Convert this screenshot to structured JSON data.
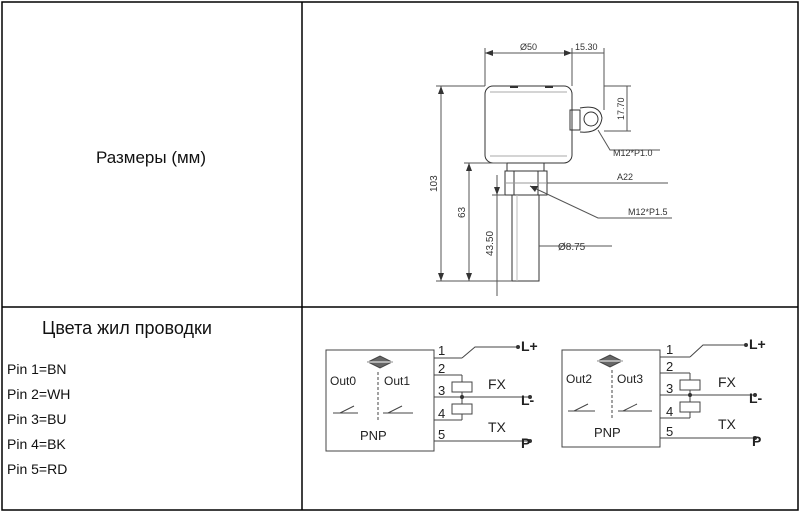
{
  "left_top": {
    "title": "Размеры (мм)"
  },
  "left_bottom": {
    "title": "Цвета жил проводки",
    "pins": [
      "Pin 1=BN",
      "Pin 2=WH",
      "Pin 3=BU",
      "Pin 4=BK",
      "Pin 5=RD"
    ]
  },
  "drawing": {
    "dims": {
      "d50": "Ø50",
      "w1530": "15.30",
      "h1770": "17.70",
      "thread1": "M12*P1.0",
      "a22": "A22",
      "thread2": "M12*P1.5",
      "d875": "Ø8.75",
      "h103": "103",
      "h63": "63",
      "h4350": "43.50"
    }
  },
  "wiring": {
    "left": {
      "out_a": "Out0",
      "out_b": "Out1",
      "type": "PNP",
      "pins": [
        "1",
        "2",
        "3",
        "4",
        "5"
      ],
      "labels": {
        "lplus": "L+",
        "fx": "FX",
        "lminus": "L-",
        "tx": "TX",
        "p": "P"
      }
    },
    "right": {
      "out_a": "Out2",
      "out_b": "Out3",
      "type": "PNP",
      "pins": [
        "1",
        "2",
        "3",
        "4",
        "5"
      ],
      "labels": {
        "lplus": "L+",
        "fx": "FX",
        "lminus": "L-",
        "tx": "TX",
        "p": "P"
      }
    }
  }
}
